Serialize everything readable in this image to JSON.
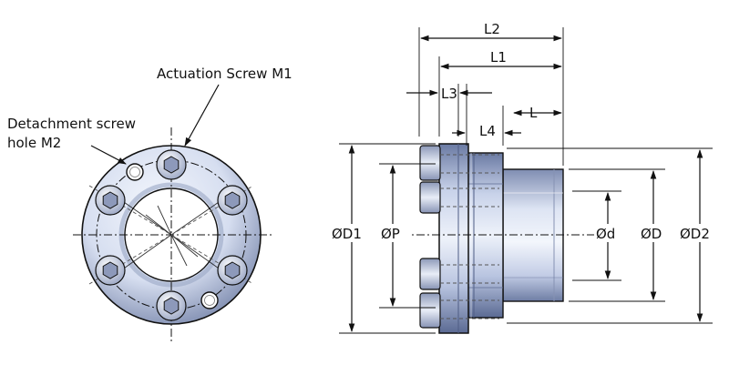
{
  "labels": {
    "actuation_screw": "Actuation Screw M1",
    "detachment_line1": "Detachment screw",
    "detachment_line2": "hole M2"
  },
  "dimensions": {
    "l2": "L2",
    "l1": "L1",
    "l3": "L3",
    "l": "L",
    "l4": "L4",
    "d1": "ØD1",
    "p": "ØP",
    "d_small": "Ød",
    "d_big": "ØD",
    "d2": "ØD2"
  },
  "colors": {
    "steel_light": "#e9eef8",
    "steel_mid": "#a9b7d6",
    "steel_dark": "#5e6d95",
    "line": "#111111"
  }
}
